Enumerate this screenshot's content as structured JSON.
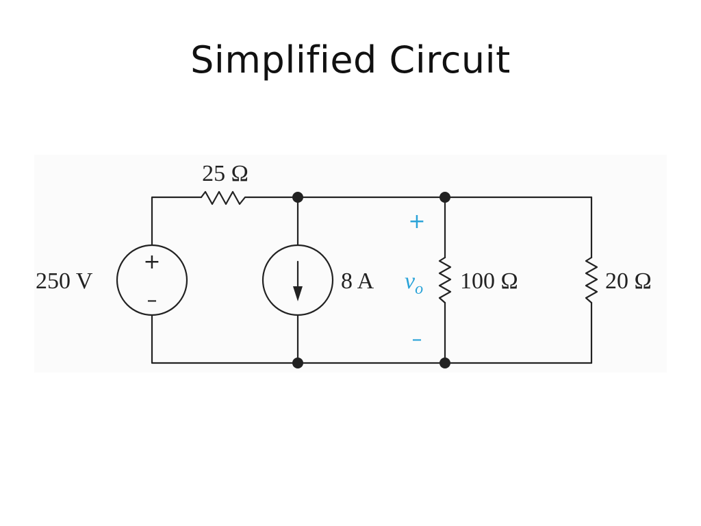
{
  "slide": {
    "title": "Simplified Circuit"
  },
  "circuit": {
    "voltage_source": {
      "label": "250 V",
      "plus": "+",
      "minus": "–"
    },
    "series_resistor": {
      "label": "25 Ω"
    },
    "current_source": {
      "label": "8 A"
    },
    "output_voltage": {
      "symbol": "v",
      "subscript": "o",
      "plus": "+",
      "minus": "–",
      "color": "#2aa3d8"
    },
    "resistor_middle": {
      "label": "100 Ω"
    },
    "resistor_right": {
      "label": "20 Ω"
    }
  }
}
